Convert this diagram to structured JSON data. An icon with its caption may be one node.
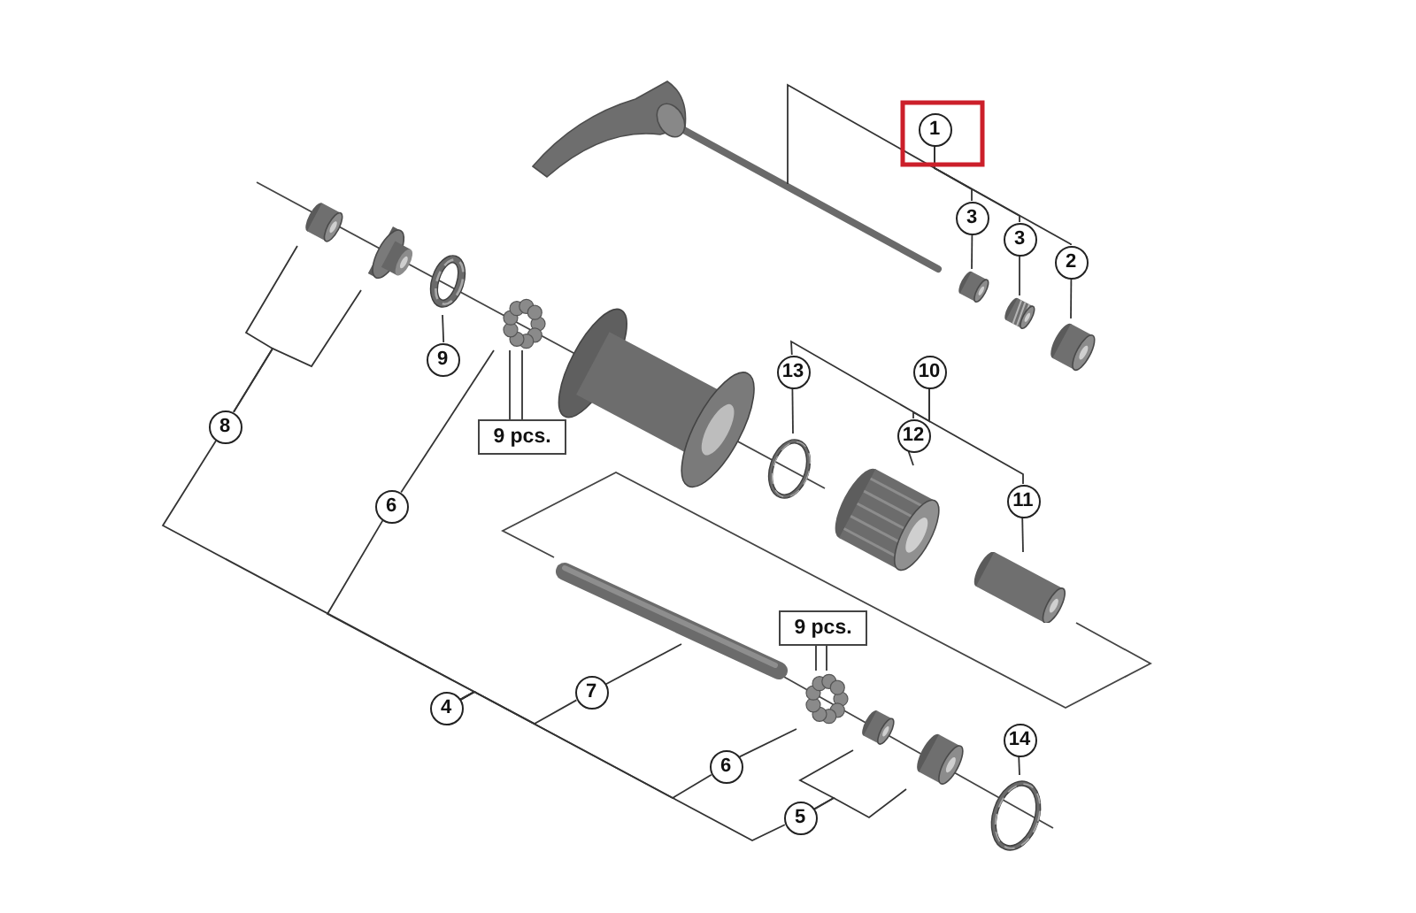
{
  "diagram": {
    "nodes": [
      {
        "text": [
          "1"
        ]
      },
      {
        "text": [],
        "shape": "picture"
      },
      {
        "text": [
          "3"
        ]
      },
      {
        "text": [
          "3"
        ]
      },
      {
        "text": [
          "2"
        ]
      },
      {
        "text": [],
        "shape": "picture"
      },
      {
        "text": [],
        "shape": "picture"
      },
      {
        "text": [],
        "shape": "picture"
      },
      {
        "text": [],
        "shape": "picture"
      },
      {
        "text": [],
        "shape": "picture"
      },
      {
        "text": [
          "9"
        ]
      },
      {
        "text": [],
        "shape": "picture"
      },
      {
        "text": [],
        "shape": "picture"
      },
      {
        "text": [
          "9 pcs."
        ]
      },
      {
        "text": [
          "13"
        ]
      },
      {
        "text": [
          "10"
        ]
      },
      {
        "text": [
          "12"
        ]
      },
      {
        "text": [
          "11"
        ]
      },
      {
        "text": [],
        "shape": "picture"
      },
      {
        "text": [],
        "shape": "picture"
      },
      {
        "text": [],
        "shape": "picture"
      },
      {
        "text": [
          "8"
        ]
      },
      {
        "text": [
          "6"
        ]
      },
      {
        "text": [
          "4"
        ]
      },
      {
        "text": [
          "7"
        ]
      },
      {
        "text": [],
        "shape": "picture"
      },
      {
        "text": [
          "6"
        ]
      },
      {
        "text": [
          "9 pcs."
        ]
      },
      {
        "text": [],
        "shape": "picture"
      },
      {
        "text": [
          "5"
        ]
      },
      {
        "text": [],
        "shape": "picture"
      },
      {
        "text": [],
        "shape": "picture"
      },
      {
        "text": [
          "14"
        ]
      },
      {
        "text": [],
        "shape": "picture"
      }
    ],
    "edges": [
      {
        "from": 0,
        "to": 1,
        "arrow": "none"
      },
      {
        "from": 0,
        "to": 2,
        "arrow": "none"
      },
      {
        "from": 0,
        "to": 3,
        "arrow": "none"
      },
      {
        "from": 0,
        "to": 4,
        "arrow": "none"
      },
      {
        "from": 2,
        "to": 5,
        "arrow": "none"
      },
      {
        "from": 3,
        "to": 6,
        "arrow": "none"
      },
      {
        "from": 4,
        "to": 7,
        "arrow": "none"
      },
      {
        "from": 10,
        "to": 11,
        "arrow": "none"
      },
      {
        "from": 13,
        "to": 12,
        "arrow": "none"
      },
      {
        "from": 15,
        "to": 14,
        "arrow": "none"
      },
      {
        "from": 15,
        "to": 16,
        "arrow": "none"
      },
      {
        "from": 15,
        "to": 17,
        "arrow": "none"
      },
      {
        "from": 14,
        "to": 18,
        "arrow": "none"
      },
      {
        "from": 16,
        "to": 19,
        "arrow": "none"
      },
      {
        "from": 17,
        "to": 20,
        "arrow": "none"
      },
      {
        "from": 21,
        "to": 8,
        "arrow": "none"
      },
      {
        "from": 21,
        "to": 9,
        "arrow": "none"
      },
      {
        "from": 23,
        "to": 21,
        "arrow": "none"
      },
      {
        "from": 23,
        "to": 22,
        "arrow": "none"
      },
      {
        "from": 23,
        "to": 24,
        "arrow": "none"
      },
      {
        "from": 23,
        "to": 26,
        "arrow": "none"
      },
      {
        "from": 23,
        "to": 29,
        "arrow": "none"
      },
      {
        "from": 22,
        "to": 12,
        "arrow": "none"
      },
      {
        "from": 24,
        "to": 25,
        "arrow": "none"
      },
      {
        "from": 26,
        "to": 28,
        "arrow": "none"
      },
      {
        "from": 27,
        "to": 28,
        "arrow": "none"
      },
      {
        "from": 29,
        "to": 30,
        "arrow": "none"
      },
      {
        "from": 29,
        "to": 31,
        "arrow": "none"
      },
      {
        "from": 32,
        "to": 33,
        "arrow": "none"
      }
    ]
  }
}
